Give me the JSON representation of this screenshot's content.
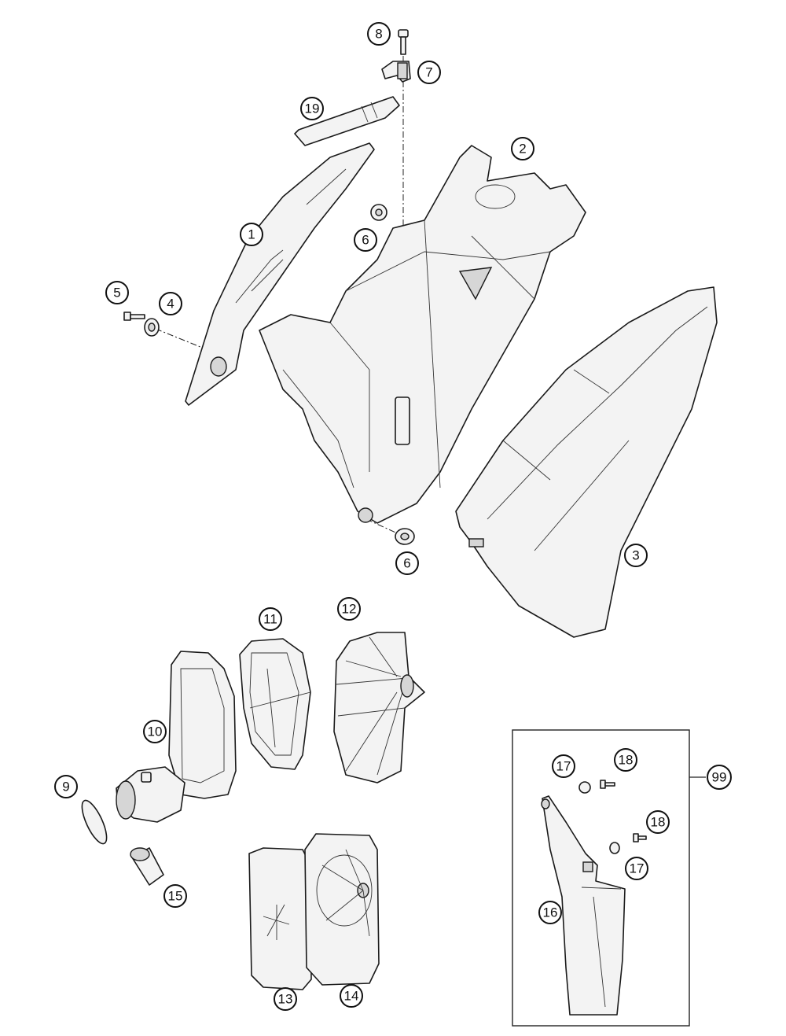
{
  "diagram": {
    "callouts": {
      "c1": "1",
      "c2": "2",
      "c3": "3",
      "c4": "4",
      "c5": "5",
      "c6a": "6",
      "c6b": "6",
      "c7": "7",
      "c8": "8",
      "c9": "9",
      "c10": "10",
      "c11": "11",
      "c12": "12",
      "c13": "13",
      "c14": "14",
      "c15": "15",
      "c16": "16",
      "c17a": "17",
      "c17b": "17",
      "c18a": "18",
      "c18b": "18",
      "c19": "19",
      "c99": "99"
    }
  }
}
